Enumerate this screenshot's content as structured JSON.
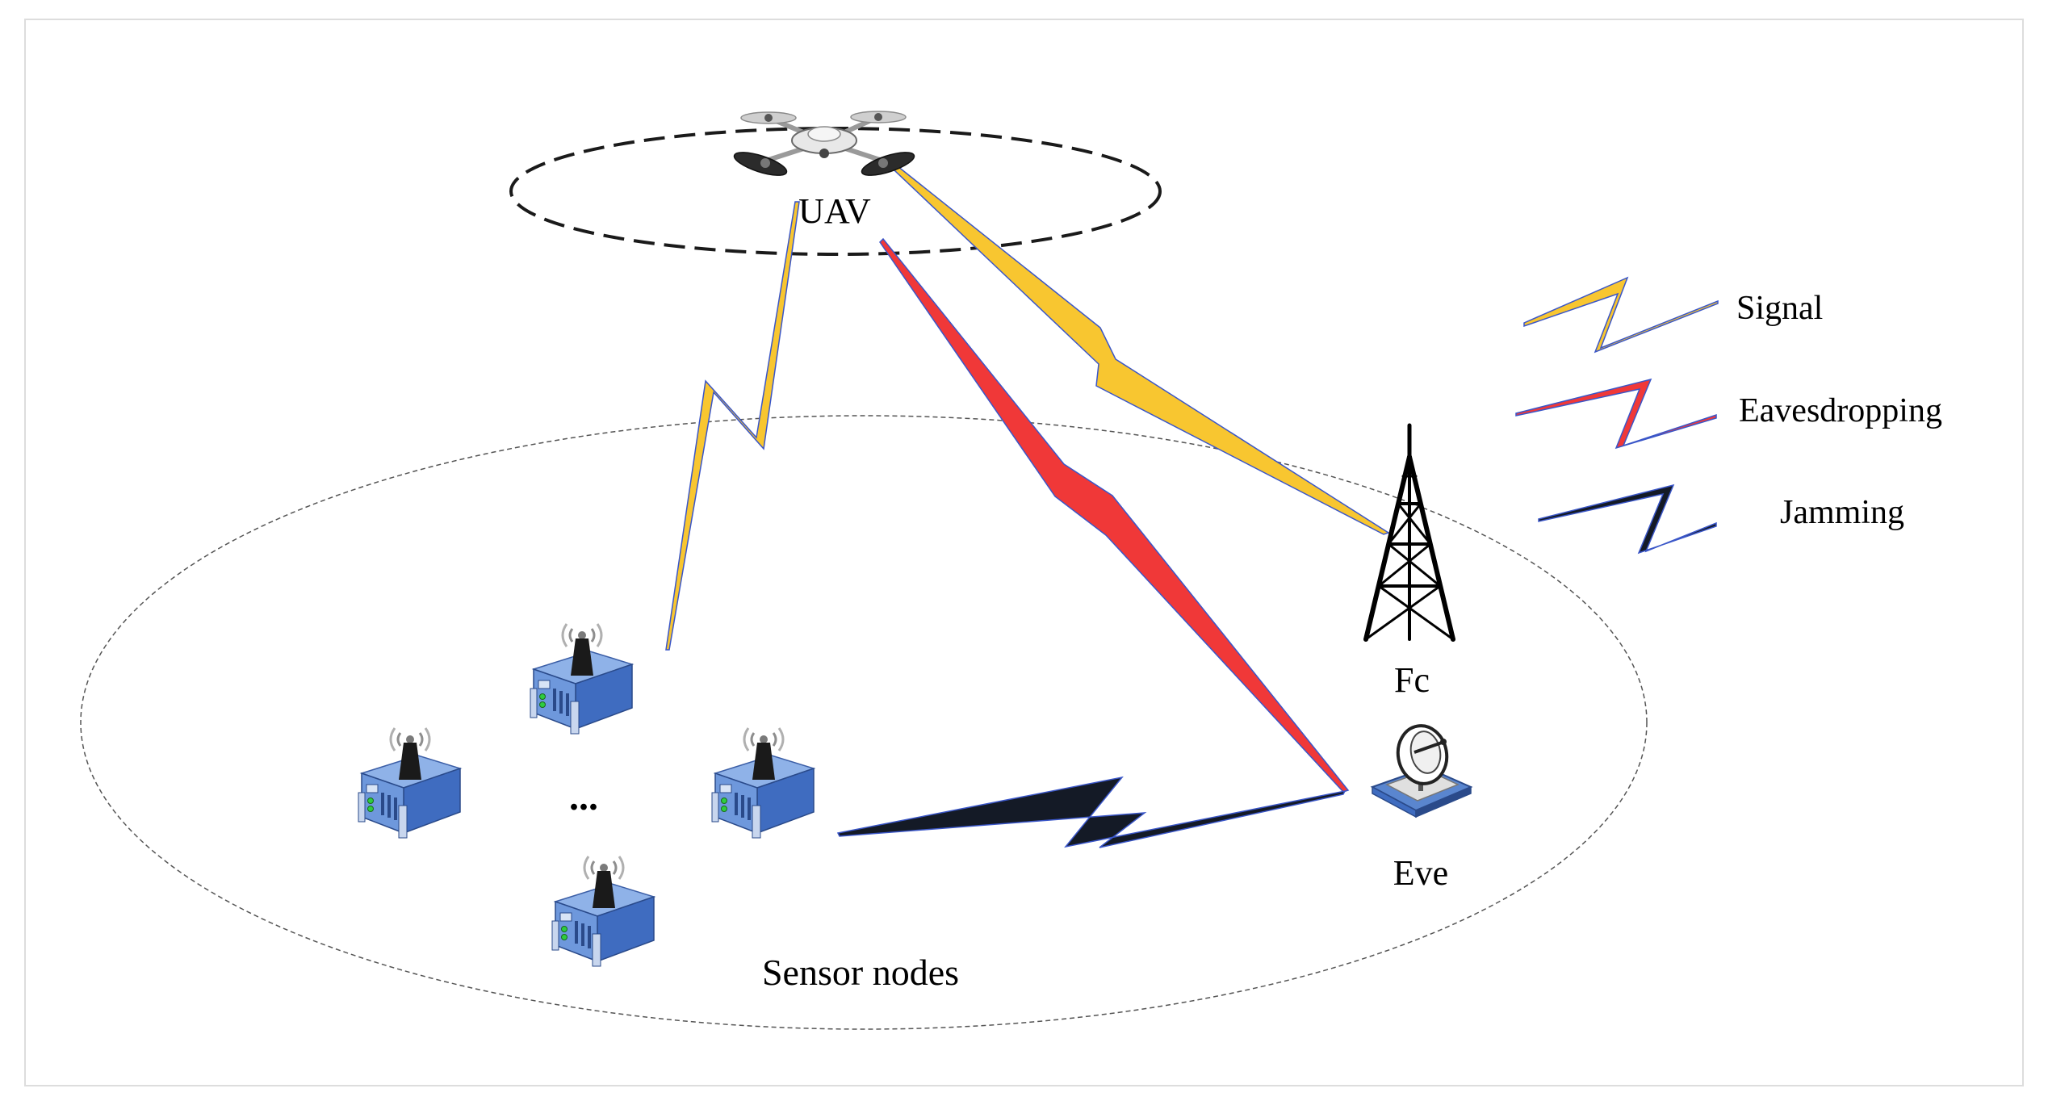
{
  "labels": {
    "uav": "UAV",
    "fc": "Fc",
    "eve": "Eve",
    "sensor_nodes": "Sensor nodes",
    "ellipsis": "..."
  },
  "legend": {
    "signal": "Signal",
    "eavesdropping": "Eavesdropping",
    "jamming": "Jamming"
  },
  "colors": {
    "signal": "#F8C630",
    "eavesdropping": "#F03838",
    "jamming": "#141A26",
    "link_edge": "#3A56C8",
    "sensor_blue": "#5A86CF",
    "frame_border": "#DDDDDD"
  },
  "icons": {
    "uav": "drone-icon",
    "fusion_center": "radio-tower-icon",
    "eavesdropper": "satellite-dish-icon",
    "sensor": "sensor-server-icon"
  }
}
